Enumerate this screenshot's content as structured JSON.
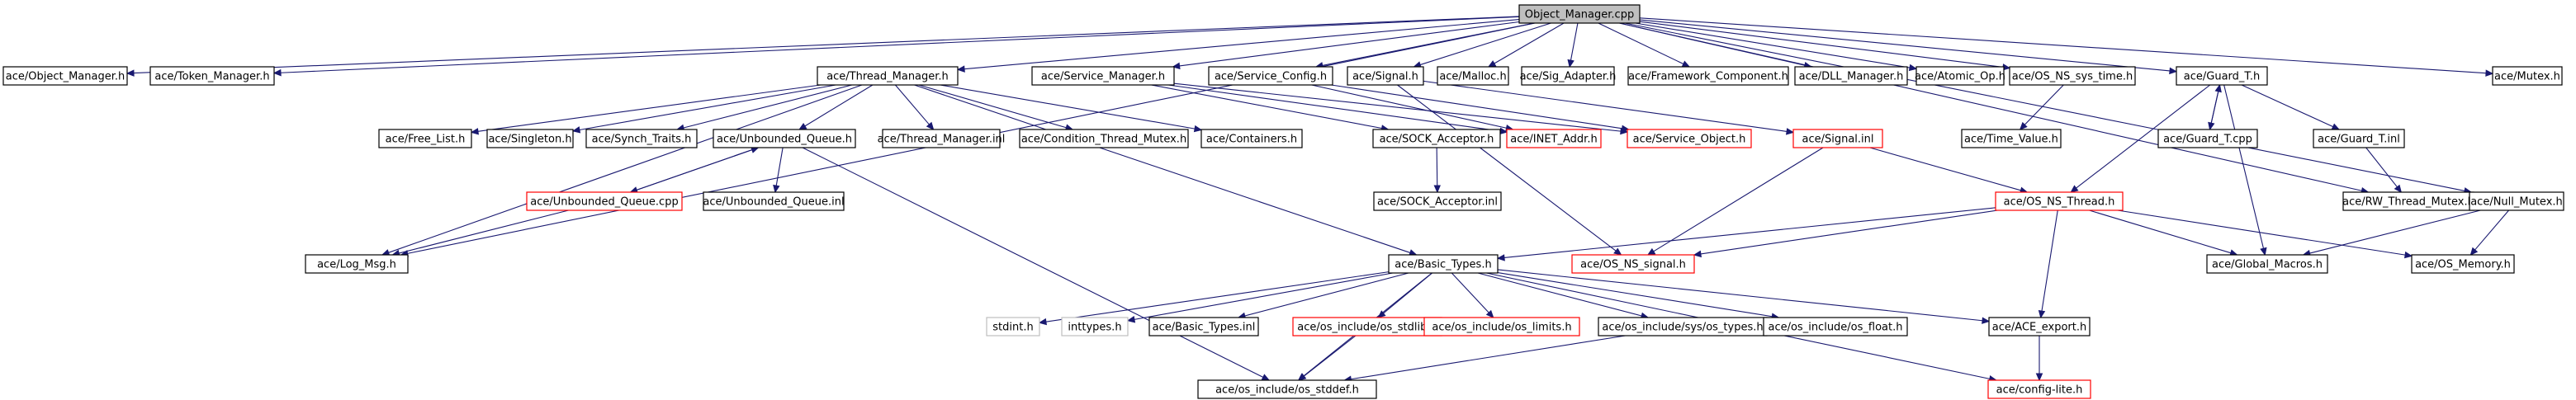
{
  "graph": {
    "colors": {
      "root_fill": "#bfbfbf",
      "normal": "#000000",
      "missing": "#ff0000",
      "external": "#bfbfbf",
      "edge": "#191970"
    },
    "nodes": [
      {
        "id": "root",
        "label": "Object_Manager.cpp",
        "kind": "root"
      },
      {
        "id": "n1",
        "label": "ace/Object_Manager.h",
        "kind": "normal"
      },
      {
        "id": "n2",
        "label": "ace/Token_Manager.h",
        "kind": "normal"
      },
      {
        "id": "n3",
        "label": "ace/Thread_Manager.h",
        "kind": "normal"
      },
      {
        "id": "n4",
        "label": "ace/Service_Manager.h",
        "kind": "normal"
      },
      {
        "id": "n5",
        "label": "ace/Service_Config.h",
        "kind": "normal"
      },
      {
        "id": "n6",
        "label": "ace/Signal.h",
        "kind": "normal"
      },
      {
        "id": "n7",
        "label": "ace/Malloc.h",
        "kind": "normal"
      },
      {
        "id": "n8",
        "label": "ace/Sig_Adapter.h",
        "kind": "normal"
      },
      {
        "id": "n9",
        "label": "ace/Framework_Component.h",
        "kind": "normal"
      },
      {
        "id": "n10",
        "label": "ace/DLL_Manager.h",
        "kind": "normal"
      },
      {
        "id": "n11",
        "label": "ace/Atomic_Op.h",
        "kind": "normal"
      },
      {
        "id": "n12",
        "label": "ace/OS_NS_sys_time.h",
        "kind": "normal"
      },
      {
        "id": "n13",
        "label": "ace/Guard_T.h",
        "kind": "normal"
      },
      {
        "id": "n14",
        "label": "ace/Mutex.h",
        "kind": "normal"
      },
      {
        "id": "n15",
        "label": "ace/Free_List.h",
        "kind": "normal"
      },
      {
        "id": "n16",
        "label": "ace/Singleton.h",
        "kind": "normal"
      },
      {
        "id": "n17",
        "label": "ace/Synch_Traits.h",
        "kind": "normal"
      },
      {
        "id": "n18",
        "label": "ace/Unbounded_Queue.h",
        "kind": "normal"
      },
      {
        "id": "n19",
        "label": "ace/Thread_Manager.inl",
        "kind": "normal"
      },
      {
        "id": "n20",
        "label": "ace/Condition_Thread_Mutex.h",
        "kind": "normal"
      },
      {
        "id": "n21",
        "label": "ace/Containers.h",
        "kind": "normal"
      },
      {
        "id": "n22",
        "label": "ace/SOCK_Acceptor.h",
        "kind": "normal"
      },
      {
        "id": "n23",
        "label": "ace/INET_Addr.h",
        "kind": "missing"
      },
      {
        "id": "n24",
        "label": "ace/Service_Object.h",
        "kind": "missing"
      },
      {
        "id": "n25",
        "label": "ace/Signal.inl",
        "kind": "missing"
      },
      {
        "id": "n26",
        "label": "ace/Time_Value.h",
        "kind": "normal"
      },
      {
        "id": "n27",
        "label": "ace/Guard_T.cpp",
        "kind": "normal"
      },
      {
        "id": "n28",
        "label": "ace/Guard_T.inl",
        "kind": "normal"
      },
      {
        "id": "n29",
        "label": "ace/Unbounded_Queue.cpp",
        "kind": "missing"
      },
      {
        "id": "n30",
        "label": "ace/Unbounded_Queue.inl",
        "kind": "normal"
      },
      {
        "id": "n31",
        "label": "ace/SOCK_Acceptor.inl",
        "kind": "normal"
      },
      {
        "id": "n32",
        "label": "ace/OS_NS_Thread.h",
        "kind": "missing"
      },
      {
        "id": "n33",
        "label": "ace/RW_Thread_Mutex.h",
        "kind": "normal"
      },
      {
        "id": "n34",
        "label": "ace/Null_Mutex.h",
        "kind": "normal"
      },
      {
        "id": "n35",
        "label": "ace/Log_Msg.h",
        "kind": "normal"
      },
      {
        "id": "n36",
        "label": "ace/Basic_Types.h",
        "kind": "normal"
      },
      {
        "id": "n37",
        "label": "ace/OS_NS_signal.h",
        "kind": "missing"
      },
      {
        "id": "n38",
        "label": "ace/Global_Macros.h",
        "kind": "normal"
      },
      {
        "id": "n39",
        "label": "ace/OS_Memory.h",
        "kind": "normal"
      },
      {
        "id": "n40",
        "label": "stdint.h",
        "kind": "external"
      },
      {
        "id": "n41",
        "label": "inttypes.h",
        "kind": "external"
      },
      {
        "id": "n42",
        "label": "ace/Basic_Types.inl",
        "kind": "normal"
      },
      {
        "id": "n43",
        "label": "ace/os_include/os_stdlib.h",
        "kind": "missing"
      },
      {
        "id": "n44",
        "label": "ace/os_include/os_limits.h",
        "kind": "missing"
      },
      {
        "id": "n45",
        "label": "ace/os_include/sys/os_types.h",
        "kind": "normal"
      },
      {
        "id": "n46",
        "label": "ace/os_include/os_float.h",
        "kind": "normal"
      },
      {
        "id": "n47",
        "label": "ace/ACE_export.h",
        "kind": "normal"
      },
      {
        "id": "n48",
        "label": "ace/os_include/os_stddef.h",
        "kind": "normal"
      },
      {
        "id": "n49",
        "label": "ace/config-lite.h",
        "kind": "missing"
      }
    ],
    "edges": [
      [
        "root",
        "n1"
      ],
      [
        "root",
        "n2"
      ],
      [
        "root",
        "n3"
      ],
      [
        "root",
        "n4"
      ],
      [
        "root",
        "n5"
      ],
      [
        "root",
        "n6"
      ],
      [
        "root",
        "n7"
      ],
      [
        "root",
        "n8"
      ],
      [
        "root",
        "n9"
      ],
      [
        "root",
        "n10"
      ],
      [
        "root",
        "n11"
      ],
      [
        "root",
        "n12"
      ],
      [
        "root",
        "n13"
      ],
      [
        "root",
        "n14"
      ],
      [
        "root",
        "n35"
      ],
      [
        "root",
        "n33"
      ],
      [
        "root",
        "n34"
      ],
      [
        "n3",
        "n15"
      ],
      [
        "n3",
        "n16"
      ],
      [
        "n3",
        "n17"
      ],
      [
        "n3",
        "n18"
      ],
      [
        "n3",
        "n19"
      ],
      [
        "n3",
        "n20"
      ],
      [
        "n3",
        "n21"
      ],
      [
        "n3",
        "n35"
      ],
      [
        "n3",
        "n36"
      ],
      [
        "n4",
        "n22"
      ],
      [
        "n4",
        "n23"
      ],
      [
        "n4",
        "n24"
      ],
      [
        "n5",
        "n23"
      ],
      [
        "n5",
        "n24"
      ],
      [
        "n6",
        "n25"
      ],
      [
        "n6",
        "n37"
      ],
      [
        "n12",
        "n26"
      ],
      [
        "n13",
        "n27"
      ],
      [
        "n27",
        "n13"
      ],
      [
        "n13",
        "n28"
      ],
      [
        "n13",
        "n32"
      ],
      [
        "n13",
        "n38"
      ],
      [
        "n18",
        "n29"
      ],
      [
        "n29",
        "n18"
      ],
      [
        "n18",
        "n30"
      ],
      [
        "n18",
        "n48"
      ],
      [
        "n29",
        "n35"
      ],
      [
        "n22",
        "n31"
      ],
      [
        "n25",
        "n37"
      ],
      [
        "n25",
        "n32"
      ],
      [
        "n28",
        "n33"
      ],
      [
        "n34",
        "n38"
      ],
      [
        "n34",
        "n39"
      ],
      [
        "n32",
        "n36"
      ],
      [
        "n32",
        "n37"
      ],
      [
        "n32",
        "n38"
      ],
      [
        "n32",
        "n39"
      ],
      [
        "n32",
        "n47"
      ],
      [
        "n36",
        "n40"
      ],
      [
        "n36",
        "n41"
      ],
      [
        "n36",
        "n42"
      ],
      [
        "n36",
        "n43"
      ],
      [
        "n36",
        "n44"
      ],
      [
        "n36",
        "n45"
      ],
      [
        "n36",
        "n46"
      ],
      [
        "n36",
        "n47"
      ],
      [
        "n36",
        "n49"
      ],
      [
        "n36",
        "n48"
      ],
      [
        "n43",
        "n48"
      ],
      [
        "n45",
        "n48"
      ],
      [
        "n47",
        "n49"
      ]
    ]
  }
}
